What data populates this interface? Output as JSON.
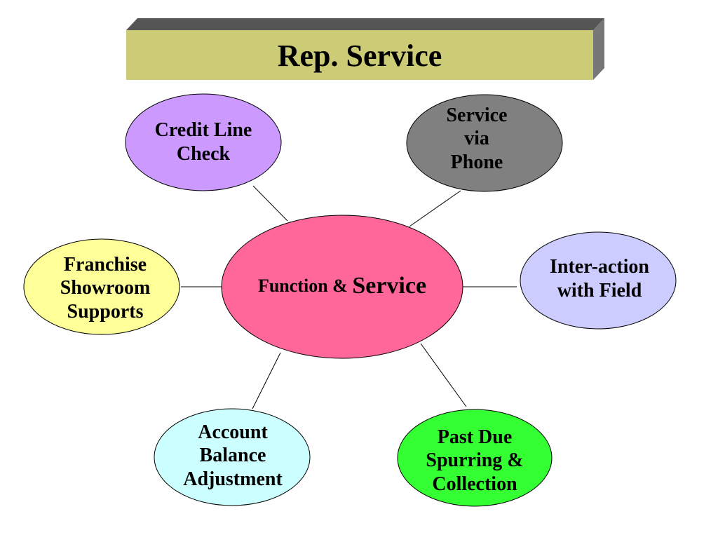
{
  "title": "Rep. Service",
  "center": {
    "label_prefix": "Function & ",
    "label_emphasis": "Service",
    "fill": "#ff6699"
  },
  "nodes": [
    {
      "id": "credit-line-check",
      "lines": [
        "Credit Line",
        "Check"
      ],
      "fill": "#cc99ff"
    },
    {
      "id": "service-via-phone",
      "lines": [
        "Service",
        "via",
        "Phone"
      ],
      "fill": "#808080"
    },
    {
      "id": "franchise-showroom-supports",
      "lines": [
        "Franchise",
        "Showroom",
        "Supports"
      ],
      "fill": "#ffff99"
    },
    {
      "id": "inter-action-with-field",
      "lines": [
        "Inter-action",
        "with Field"
      ],
      "fill": "#ccccff"
    },
    {
      "id": "account-balance-adjustment",
      "lines": [
        "Account",
        "Balance",
        "Adjustment"
      ],
      "fill": "#ccffff"
    },
    {
      "id": "past-due-spurring-collection",
      "lines": [
        "Past Due",
        "Spurring &",
        "Collection"
      ],
      "fill": "#33ff33"
    }
  ],
  "colors": {
    "title_banner": "#cccc77",
    "title_banner_top": "#555555",
    "title_banner_side": "#777777",
    "connector": "#000000"
  }
}
